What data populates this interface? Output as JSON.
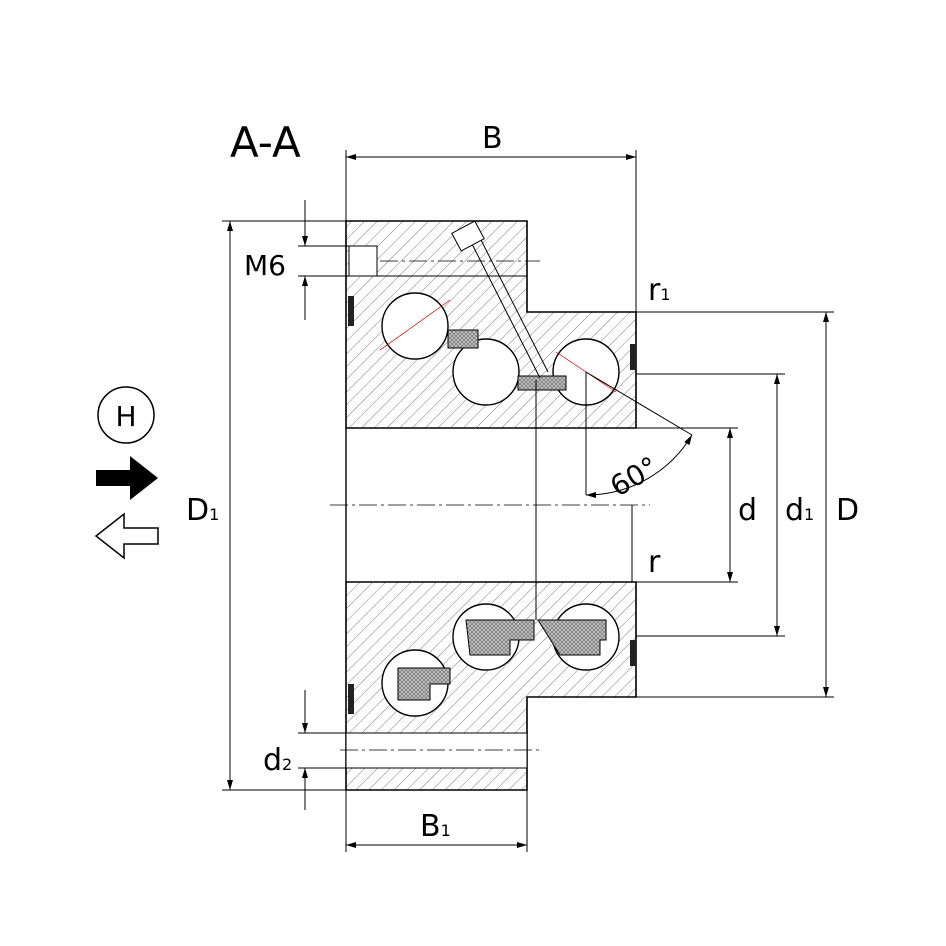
{
  "section_label": "A-A",
  "dimensions": {
    "B": "B",
    "B1": "B",
    "B1_sub": "1",
    "D": "D",
    "D1": "D",
    "D1_sub": "1",
    "d": "d",
    "d1": "d",
    "d1_sub": "1",
    "d2": "d",
    "d2_sub": "2",
    "r": "r",
    "r1": "r",
    "r1_sub": "1",
    "M6": "M6",
    "angle": "60°"
  },
  "legend": {
    "H": "H"
  }
}
